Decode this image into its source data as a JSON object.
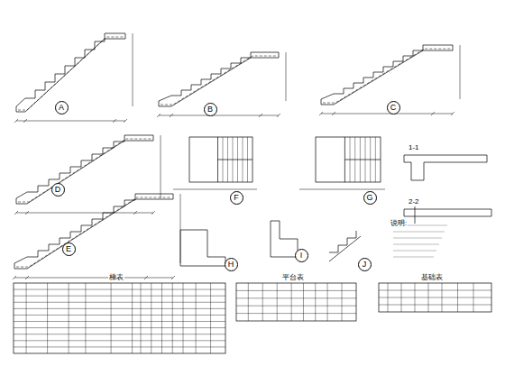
{
  "diagram": {
    "nodes": [
      {
        "text": [
          "A"
        ]
      },
      {
        "text": [
          "B"
        ]
      },
      {
        "text": [
          "C"
        ]
      },
      {
        "text": [
          "D"
        ]
      },
      {
        "text": [
          "E"
        ]
      },
      {
        "text": [
          "F"
        ]
      },
      {
        "text": [
          "G"
        ]
      },
      {
        "text": [
          "H"
        ]
      },
      {
        "text": [
          "I"
        ]
      },
      {
        "text": [
          "J"
        ]
      }
    ],
    "edges": [],
    "labels": [
      "梯表",
      "平台表",
      "基础表",
      "说明:",
      "1-1",
      "2-2"
    ]
  }
}
